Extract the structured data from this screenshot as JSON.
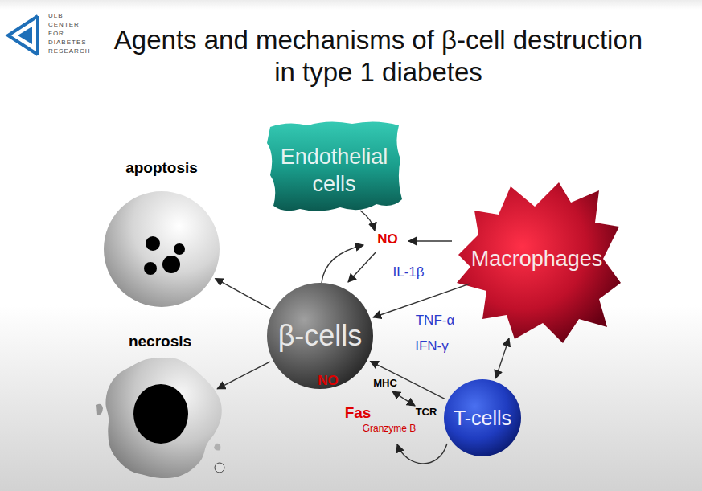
{
  "diagram": {
    "title": "Agents and mechanisms of β-cell destruction in type 1 diabetes",
    "nodes": [
      {
        "text": [
          "Endothelial cells"
        ]
      },
      {
        "text": [
          "apoptosis"
        ]
      },
      {
        "text": [
          "Macrophages"
        ]
      },
      {
        "text": [
          "β-cells",
          "NO"
        ]
      },
      {
        "text": [
          "necrosis"
        ]
      },
      {
        "text": [
          "T-cells"
        ]
      }
    ],
    "edges": [
      {
        "from": 3,
        "to": 1,
        "arrow": "to"
      },
      {
        "from": 3,
        "to": 4,
        "arrow": "to"
      },
      {
        "from": 2,
        "to": 3,
        "arrow": "to"
      },
      {
        "from": 5,
        "to": 3,
        "arrow": "to"
      },
      {
        "from": 2,
        "to": 5,
        "arrow": "both"
      }
    ],
    "labels": [
      "ULB CENTER FOR DIABETES RESEARCH",
      "NO",
      "IL-1β",
      "TNF-α",
      "IFN-γ",
      "MHC",
      "TCR",
      "Fas",
      "Granzyme B"
    ]
  }
}
